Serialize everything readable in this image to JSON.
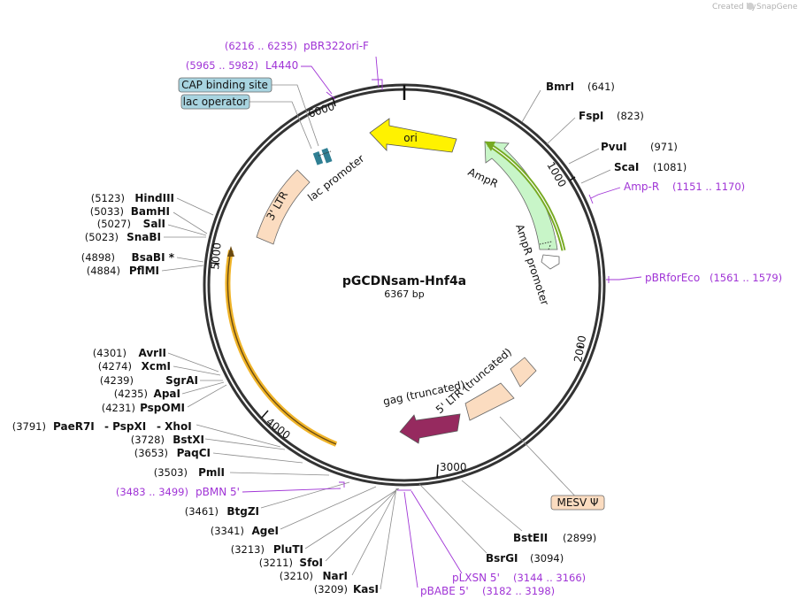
{
  "credit": {
    "text": "Created by",
    "brand": "SnapGene"
  },
  "plasmid": {
    "name": "pGCDNsam-Hnf4a",
    "size": "6367 bp"
  },
  "ticks": [
    "1000",
    "2000",
    "3000",
    "4000",
    "5000",
    "6000"
  ],
  "enzymes": [
    {
      "name": "BmrI",
      "pos": "(641)"
    },
    {
      "name": "FspI",
      "pos": "(823)"
    },
    {
      "name": "PvuI",
      "pos": "(971)"
    },
    {
      "name": "ScaI",
      "pos": "(1081)"
    },
    {
      "name": "BstEII",
      "pos": "(2899)"
    },
    {
      "name": "BsrGI",
      "pos": "(3094)"
    },
    {
      "name": "KasI",
      "pos": "(3209)"
    },
    {
      "name": "NarI",
      "pos": "(3210)"
    },
    {
      "name": "SfoI",
      "pos": "(3211)"
    },
    {
      "name": "PluTI",
      "pos": "(3213)"
    },
    {
      "name": "AgeI",
      "pos": "(3341)"
    },
    {
      "name": "BtgZI",
      "pos": "(3461)"
    },
    {
      "name": "PmlI",
      "pos": "(3503)"
    },
    {
      "name": "PaqCI",
      "pos": "(3653)"
    },
    {
      "name": "BstXI",
      "pos": "(3728)"
    },
    {
      "name": "PaeR7I",
      "name2": "- PspXI",
      "name3": "- XhoI",
      "pos": "(3791)"
    },
    {
      "name": "PspOMI",
      "pos": "(4231)"
    },
    {
      "name": "ApaI",
      "pos": "(4235)"
    },
    {
      "name": "SgrAI",
      "pos": "(4239)"
    },
    {
      "name": "XcmI",
      "pos": "(4274)"
    },
    {
      "name": "AvrII",
      "pos": "(4301)"
    },
    {
      "name": "PflMI",
      "pos": "(4884)"
    },
    {
      "name": "BsaBI *",
      "pos": "(4898)"
    },
    {
      "name": "SnaBI",
      "pos": "(5023)"
    },
    {
      "name": "SalI",
      "pos": "(5027)"
    },
    {
      "name": "BamHI",
      "pos": "(5033)"
    },
    {
      "name": "HindIII",
      "pos": "(5123)"
    }
  ],
  "primers": [
    {
      "name": "pBR322ori-F",
      "pos": "(6216 .. 6235)"
    },
    {
      "name": "L4440",
      "pos": "(5965 .. 5982)"
    },
    {
      "name": "Amp-R",
      "pos": "(1151 .. 1170)"
    },
    {
      "name": "pBRforEco",
      "pos": "(1561 .. 1579)"
    },
    {
      "name": "pBMN 5'",
      "pos": "(3483 .. 3499)"
    },
    {
      "name": "pLXSN 5'",
      "pos": "(3144 .. 3166)"
    },
    {
      "name": "pBABE 5'",
      "pos": "(3182 .. 3198)"
    }
  ],
  "boxed_features": [
    {
      "name": "CAP binding site"
    },
    {
      "name": "lac operator"
    },
    {
      "name": "MESV Ψ"
    }
  ],
  "features": [
    {
      "name": "ori"
    },
    {
      "name": "AmpR"
    },
    {
      "name": "AmpR promoter"
    },
    {
      "name": "lac promoter"
    },
    {
      "name": "3' LTR"
    },
    {
      "name": "gag (truncated)"
    },
    {
      "name": "5' LTR (truncated)"
    }
  ],
  "colors": {
    "ori": "#fff200",
    "ampr": "#c8f5c8",
    "ltr": "#fbdcc0",
    "gag": "#962a5f",
    "orf": "#f0b429",
    "cap_box": "#a8d4e0",
    "primer": "#a034d6",
    "orf_green": "#77aa22"
  }
}
